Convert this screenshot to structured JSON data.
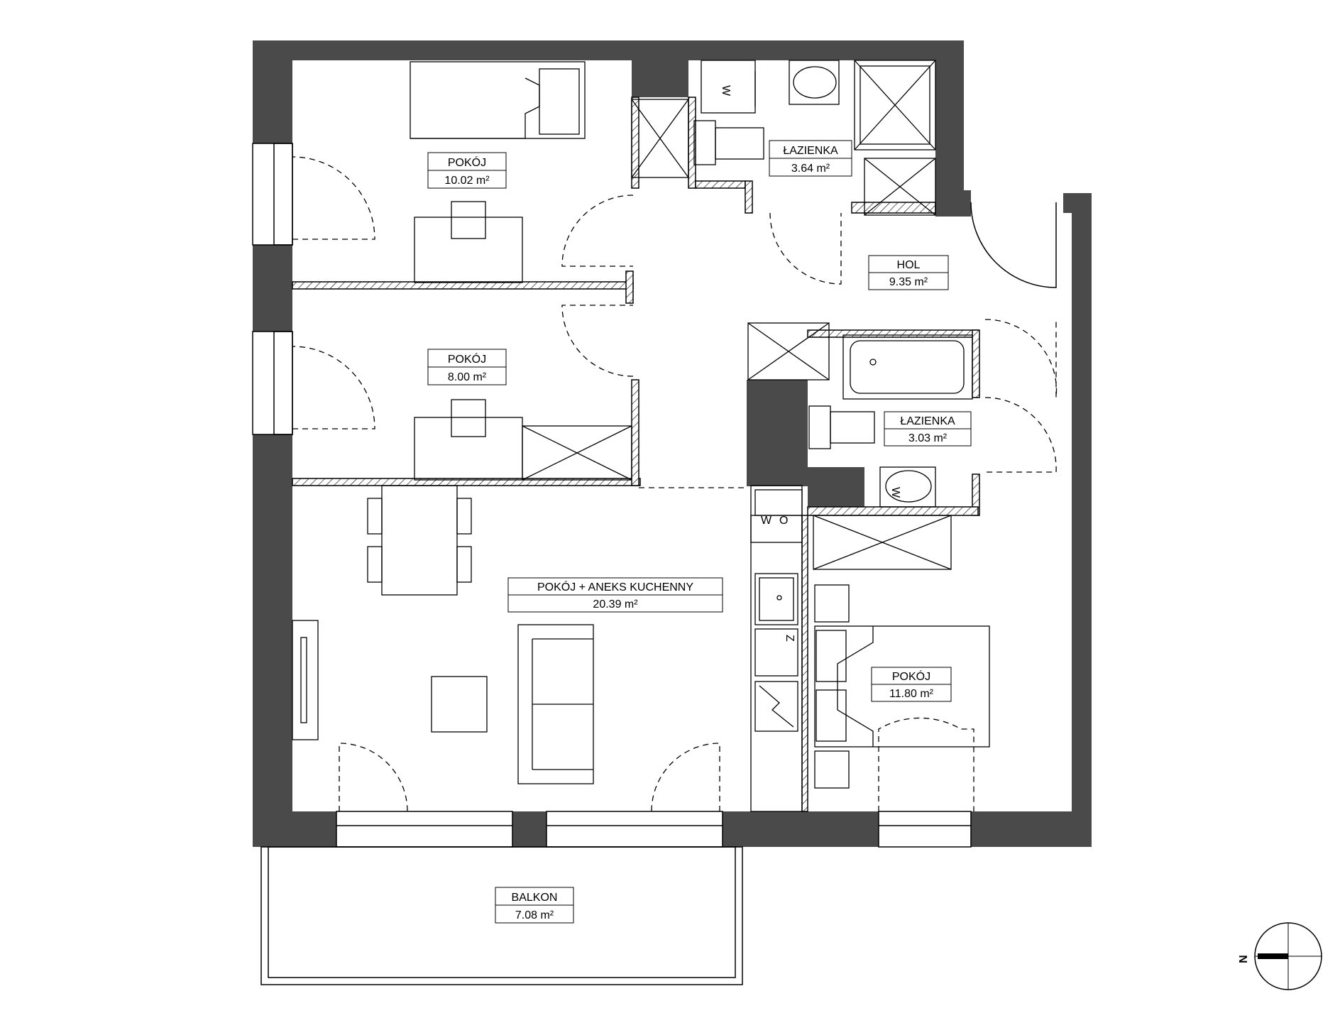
{
  "rooms": [
    {
      "name": "POKÓJ",
      "area": "10.02 m²"
    },
    {
      "name": "POKÓJ",
      "area": "8.00 m²"
    },
    {
      "name": "ŁAZIENKA",
      "area": "3.64 m²"
    },
    {
      "name": "HOL",
      "area": "9.35 m²"
    },
    {
      "name": "ŁAZIENKA",
      "area": "3.03 m²"
    },
    {
      "name": "POKÓJ + ANEKS KUCHENNY",
      "area": "20.39 m²"
    },
    {
      "name": "POKÓJ",
      "area": "11.80 m²"
    },
    {
      "name": "BALKON",
      "area": "7.08 m²"
    }
  ],
  "fixture_marks": {
    "w1": "W",
    "w2": "W",
    "w3": "W",
    "o": "O",
    "z": "Z"
  },
  "compass": {
    "north": "N"
  },
  "colors": {
    "wall": "#4a4a4b",
    "line": "#000000",
    "background": "#ffffff"
  }
}
